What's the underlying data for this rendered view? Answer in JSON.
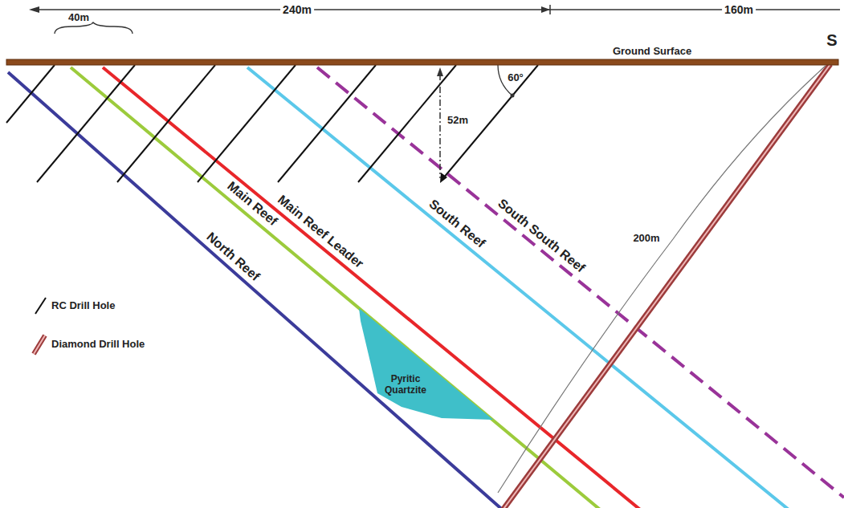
{
  "diagram": {
    "nodes": [
      {
        "text": [
          "Pyritic Quartzite"
        ]
      }
    ],
    "labels": [
      "240m",
      "160m",
      "40m",
      "S",
      "Ground Surface",
      "60°",
      "52m",
      "200m",
      "North Reef",
      "Main Reef",
      "Main Reef Leader",
      "South Reef",
      "South South Reef"
    ],
    "legend": [
      {
        "text": "RC Drill Hole"
      },
      {
        "text": "Diamond Drill Hole"
      }
    ]
  }
}
